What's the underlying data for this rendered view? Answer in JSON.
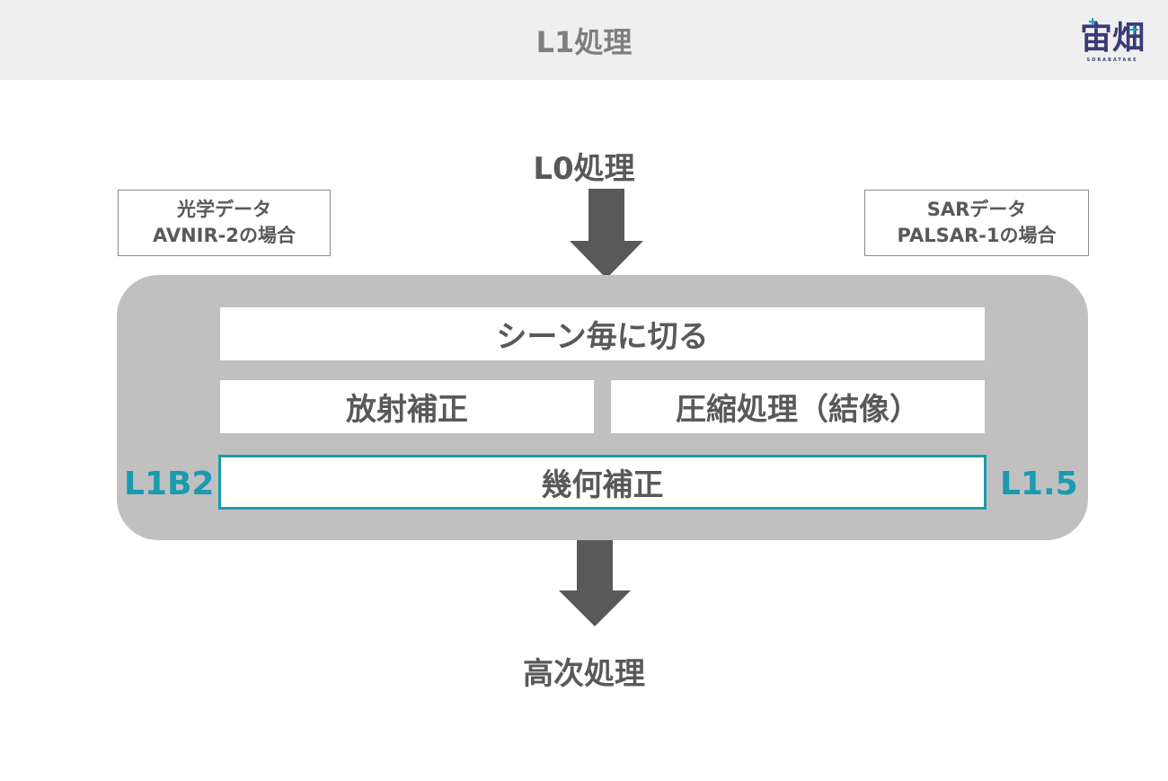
{
  "header": {
    "title": "L1処理",
    "logo": {
      "text": "宙畑",
      "subtitle": "SORABATAKE"
    }
  },
  "flow": {
    "input_label": "L0処理",
    "output_label": "高次処理"
  },
  "notes": {
    "optical": {
      "line1": "光学データ",
      "line2": "AVNIR-2の場合"
    },
    "sar": {
      "line1": "SARデータ",
      "line2": "PALSAR-1の場合"
    }
  },
  "steps": {
    "scene_cut": "シーン毎に切る",
    "radiometric": "放射補正",
    "compression": "圧縮処理（結像）",
    "geometric": "幾何補正"
  },
  "levels": {
    "left": "L1B2",
    "right": "L1.5"
  },
  "colors": {
    "accent": "#1a9baf",
    "panel": "#c0c0c0",
    "header_bg": "#efefef",
    "arrow": "#595959"
  }
}
